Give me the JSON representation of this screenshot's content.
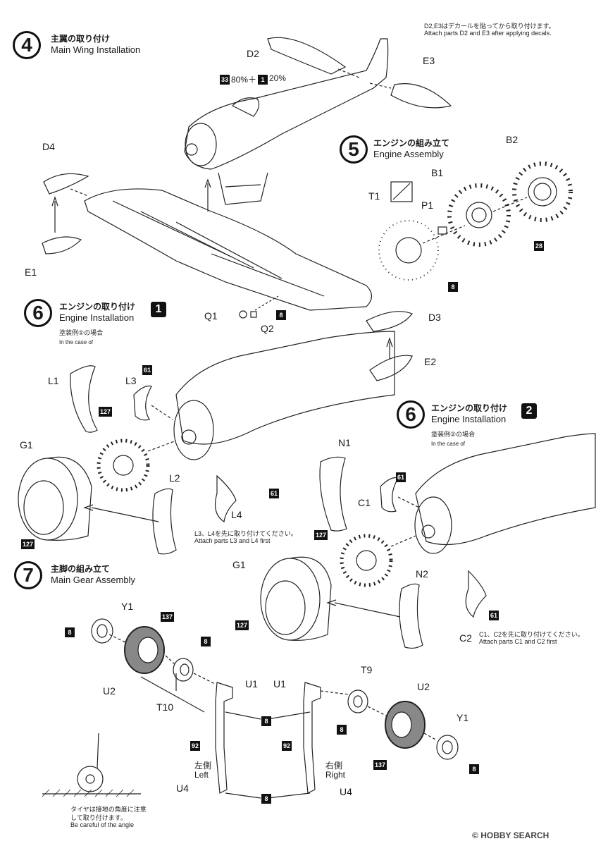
{
  "header_note": {
    "jp": "D2,E3はデカールを貼ってから取り付けます。",
    "en": "Attach parts D2 and E3 after applying decals."
  },
  "step4": {
    "number": "4",
    "title_jp": "主翼の取り付け",
    "title_en": "Main Wing Installation",
    "mix_a": "33",
    "mix_a_pct": "80%＋",
    "mix_b": "1",
    "mix_b_pct": "20%",
    "parts": {
      "d2": "D2",
      "e3": "E3",
      "d4": "D4",
      "e1": "E1",
      "d3": "D3",
      "e2": "E2",
      "q1": "Q1",
      "q2": "Q2"
    },
    "color_q": "8"
  },
  "step5": {
    "number": "5",
    "title_jp": "エンジンの組み立て",
    "title_en": "Engine Assembly",
    "parts": {
      "b2": "B2",
      "b1": "B1",
      "p1": "P1",
      "t1": "T1"
    },
    "color_engine": "28",
    "color_cowl": "8"
  },
  "step6a": {
    "number": "6",
    "title_jp": "エンジンの取り付け",
    "title_en": "Engine Installation",
    "scheme": "1",
    "scheme_note_jp": "塗装例①の場合",
    "scheme_note_en": "In the case of",
    "parts": {
      "l1": "L1",
      "l3": "L3",
      "g1": "G1",
      "l2": "L2",
      "l4": "L4"
    },
    "color_l1": "127",
    "color_l3": "61",
    "color_g1": "127",
    "color_l4": "61",
    "note_jp": "L3、L4を先に取り付けてください。",
    "note_en": "Attach parts L3 and L4 first"
  },
  "step6b": {
    "number": "6",
    "title_jp": "エンジンの取り付け",
    "title_en": "Engine Installation",
    "scheme": "2",
    "scheme_note_jp": "塗装例②の場合",
    "scheme_note_en": "In the case of",
    "parts": {
      "n1": "N1",
      "c1": "C1",
      "g1": "G1",
      "n2": "N2",
      "c2": "C2"
    },
    "color_c1": "61",
    "color_n1": "127",
    "color_g1": "127",
    "color_c2": "61",
    "note_jp": "C1、C2を先に取り付けてください。",
    "note_en": "Attach parts C1 and C2 first"
  },
  "step7": {
    "number": "7",
    "title_jp": "主脚の組み立て",
    "title_en": "Main Gear Assembly",
    "parts": {
      "y1_left": "Y1",
      "u2_left": "U2",
      "t10": "T10",
      "u1_left": "U1",
      "u1_right": "U1",
      "t9": "T9",
      "u2_right": "U2",
      "y1_right": "Y1",
      "u4_left": "U4",
      "u4_right": "U4"
    },
    "color_y1_left": "8",
    "color_u2_left": "137",
    "color_t10": "8",
    "color_u1_mid": "8",
    "color_t9": "8",
    "color_u2_right": "137",
    "color_y1_right": "8",
    "color_strut_left": "92",
    "color_strut_right": "92",
    "color_u4_mid": "8",
    "left_jp": "左側",
    "left_en": "Left",
    "right_jp": "右側",
    "right_en": "Right",
    "angle_note_jp1": "タイヤは接地の角度に注意",
    "angle_note_jp2": "して取り付けます。",
    "angle_note_en": "Be careful of the angle"
  },
  "watermark": {
    "brand": "HOBBY SEARCH",
    "copyright": "©"
  }
}
